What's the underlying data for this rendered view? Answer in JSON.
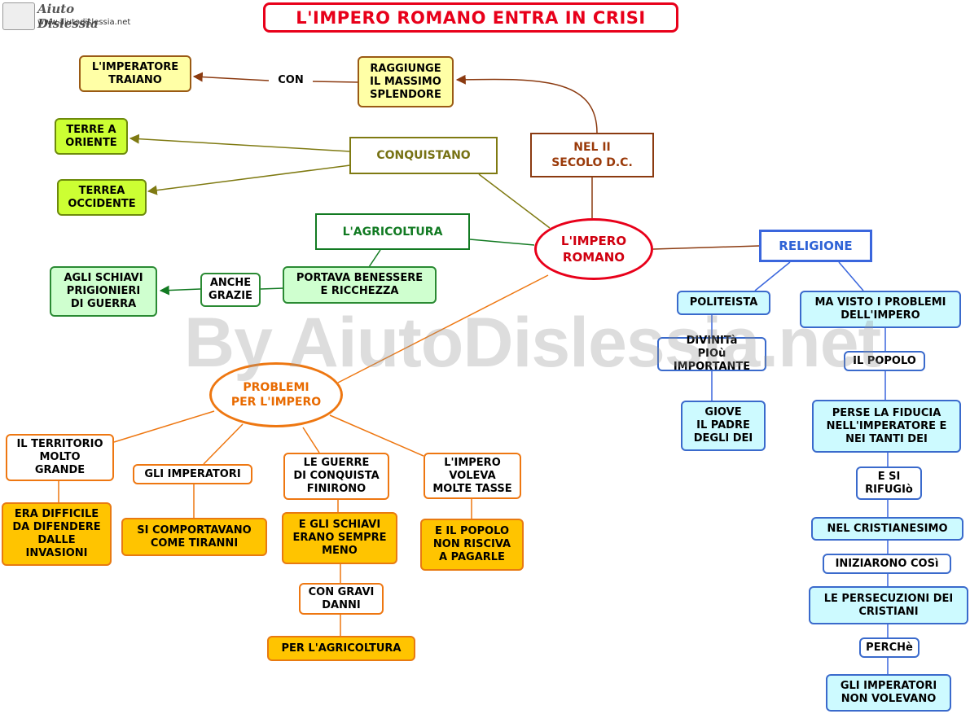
{
  "title": "L'IMPERO ROMANO ENTRA IN CRISI",
  "logo": {
    "title": "Aiuto Dislessia",
    "url": "www.aiutodislessia.net",
    "icon": "book-logo-icon"
  },
  "watermark": "By AiutoDislessia.net",
  "colors": {
    "red": "#e8001a",
    "orange": "#ee7711",
    "blue": "#3a66dd",
    "green": "#127a22",
    "olive": "#7f7a12",
    "brown": "#8b3a10"
  },
  "nodes": {
    "center": "L'IMPERO\nROMANO",
    "secolo": "NEL II\nSECOLO D.C.",
    "splendore": "RAGGIUNGE\nIL MASSIMO\nSPLENDORE",
    "con": "CON",
    "traiano": "L'IMPERATORE\nTRAIANO",
    "conquistano": "CONQUISTANO",
    "oriente": "TERRE A\nORIENTE",
    "occidente": "TERREA\nOCCIDENTE",
    "agricoltura": "L'AGRICOLTURA",
    "benessere": "PORTAVA BENESSERE\nE RICCHEZZA",
    "anche": "ANCHE\nGRAZIE",
    "schiavi": "AGLI SCHIAVI\nPRIGIONIERI\nDI GUERRA",
    "problemi": "PROBLEMI\nPER L'IMPERO",
    "territorio": "IL TERRITORIO\nMOLTO\nGRANDE",
    "difficile": "ERA DIFFICILE\nDA DIFENDERE\nDALLE\nINVASIONI",
    "imperatori": "GLI IMPERATORI",
    "tiranni": "SI COMPORTAVANO\nCOME TIRANNI",
    "guerre": "LE GUERRE\nDI CONQUISTA\nFINIRONO",
    "schiavimeno": "E GLI SCHIAVI\nERANO SEMPRE\nMENO",
    "gravi": "CON GRAVI\nDANNI",
    "peragri": "PER L'AGRICOLTURA",
    "tasse": "L'IMPERO\nVOLEVA\nMOLTE TASSE",
    "pagarle": "E IL POPOLO\nNON RISCIVA\nA PAGARLE",
    "religione": "RELIGIONE",
    "politeista": "POLITEISTA",
    "divinita": "DIVINITà\nPIOù IMPORTANTE",
    "giove": "GIOVE\nIL PADRE\nDEGLI DEI",
    "mavisto": "MA VISTO I PROBLEMI\nDELL'IMPERO",
    "popolo": "IL POPOLO",
    "fiducia": "PERSE LA FIDUCIA\nNELL'IMPERATORE E\nNEI TANTI DEI",
    "rifugio": "E SI\nRIFUGIò",
    "cristianesimo": "NEL CRISTIANESIMO",
    "iniziarono": "INIZIARONO COSì",
    "persecuzioni": "LE PERSECUZIONI DEI\nCRISTIANI",
    "perche": "PERCHè",
    "nonvolevano": "GLI IMPERATORI\nNON VOLEVANO"
  }
}
